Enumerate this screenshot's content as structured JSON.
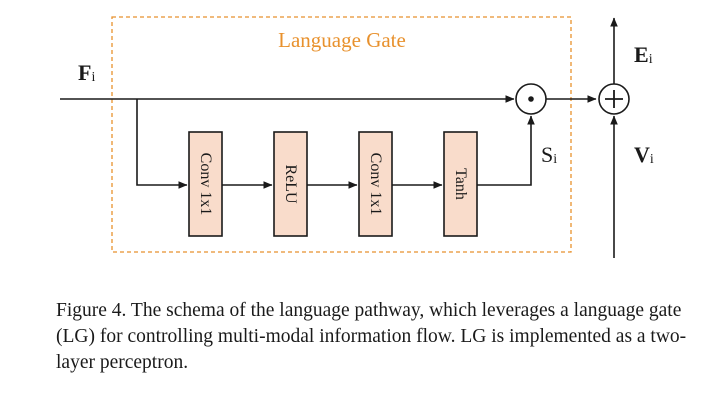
{
  "diagram": {
    "group_label": "Language Gate",
    "input": {
      "symbol": "F",
      "subscript": "i"
    },
    "gate_output": {
      "symbol": "S",
      "subscript": "i"
    },
    "top_output": {
      "symbol": "E",
      "subscript": "i"
    },
    "bottom_input": {
      "symbol": "V",
      "subscript": "i"
    },
    "multiply_glyph": "⊙",
    "add_glyph": "+",
    "layers": [
      "Conv 1x1",
      "ReLU",
      "Conv 1x1",
      "Tanh"
    ],
    "colors": {
      "group_border": "#e8912d",
      "group_label": "#e8912d",
      "layer_fill": "#f9dccb",
      "stroke": "#1a1a1a"
    }
  },
  "caption": "Figure 4. The schema of the language pathway, which leverages a language gate (LG) for controlling multi-modal information flow. LG is implemented as a two-layer perceptron."
}
